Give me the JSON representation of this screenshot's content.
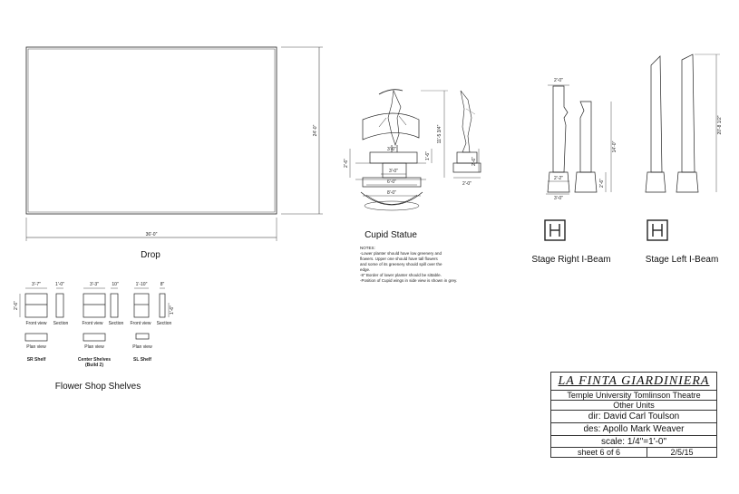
{
  "drop": {
    "label": "Drop",
    "width_dim": "36'-0\"",
    "height_dim": "24'-0\""
  },
  "cupid": {
    "label": "Cupid Statue",
    "dims": {
      "height_total": "11'-5 3/4\"",
      "base_height": "2'-6\"",
      "inner_width": "3'-0\"",
      "mid_width": "6'-0\"",
      "outer_width": "8'-0\"",
      "plinth_width": "3'-0\"",
      "base_small": "1'-6\"",
      "side_base": "2'-0\"",
      "side_height": "2'-6\""
    },
    "notes": [
      "NOTES:",
      "-Lower planter should have low greenery and",
      "  flowers.  Upper one should have tall flowers",
      "  and some of its greenery should spill over the",
      "  edge.",
      "-8\" Border of lower planter should be sittable.",
      "-Position of Cupid wings in side view is shown in grey."
    ]
  },
  "stage_right": {
    "label": "Stage Right I-Beam",
    "dims": {
      "top_width": "2'-0\"",
      "height": "14'-0\"",
      "base_width": "2'-2\"",
      "bottom_width": "3'-0\"",
      "base_height": "2'-6\""
    }
  },
  "stage_left": {
    "label": "Stage Left I-Beam",
    "dims": {
      "height": "20'-8 1/2\""
    }
  },
  "shelves": {
    "label": "Flower Shop Shelves",
    "front_label": "Front view",
    "section_label": "Section",
    "plan_label": "Plan view",
    "height_dim": "2'-6\"",
    "sr": {
      "name": "SR Shelf",
      "width": "3'-7\"",
      "depth": "1'-0\""
    },
    "center": {
      "name": "Center Shelves",
      "sub": "(Build 2)",
      "width": "3'-3\"",
      "depth": "10\""
    },
    "sl": {
      "name": "SL Shelf",
      "width": "1'-10\"",
      "depth": "8\"",
      "height": "1'-6\""
    }
  },
  "title_block": {
    "show": "LA FINTA GIARDINIERA",
    "theatre": "Temple University Tomlinson Theatre",
    "units": "Other Units",
    "director": "dir: David Carl Toulson",
    "designer": "des:  Apollo Mark Weaver",
    "scale": "scale: 1/4\"=1'-0\"",
    "sheet": "sheet 6 of 6",
    "date": "2/5/15"
  }
}
